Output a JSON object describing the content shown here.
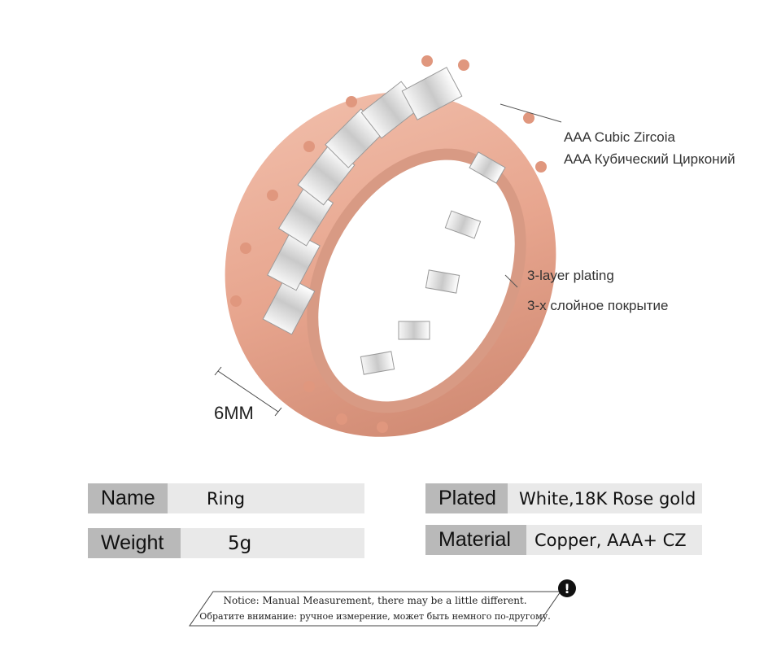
{
  "callouts": {
    "zircon_en": "AAA Cubic Zircoia",
    "zircon_ru": "AAA Кубический Цирконий",
    "plating_en": "3-layer plating",
    "plating_ru": "3-х слойное покрытие"
  },
  "dimension": "6MM",
  "specs": {
    "name": {
      "label": "Name",
      "value": "Ring"
    },
    "weight": {
      "label": "Weight",
      "value": "5g"
    },
    "plated": {
      "label": "Plated",
      "value": "White,18K Rose gold"
    },
    "material": {
      "label": "Material",
      "value": "Copper, AAA+ CZ"
    }
  },
  "notice": {
    "en": "Notice: Manual Measurement, there may be a little different.",
    "ru": "Обратите внимание: ручное измерение, может быть немного по-другому.",
    "icon": "!"
  },
  "colors": {
    "rose_gold": "#e7a58e",
    "rose_gold_dark": "#c9826b",
    "label_bg": "#b9b9b9",
    "value_bg": "#e9e9e9"
  }
}
